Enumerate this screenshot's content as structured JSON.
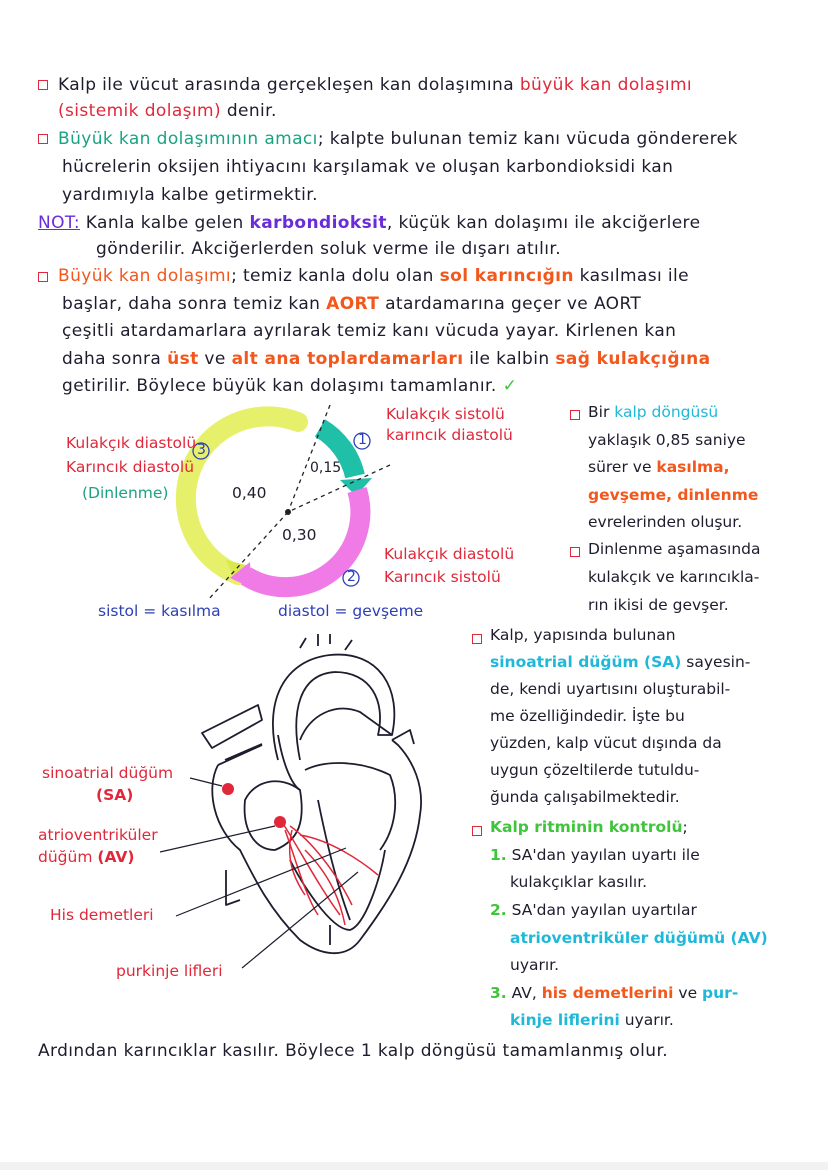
{
  "p1": {
    "l1a": "Kalp ile vücut arasında gerçekleşen kan dolaşımına ",
    "l1b": "büyük kan dolaşımı",
    "l2a": "(sistemik dolaşım)",
    "l2b": " denir."
  },
  "p2": {
    "l1a": "Büyük kan dolaşımının amacı",
    "l1b": "; kalpte bulunan temiz kanı vücuda göndererek",
    "l2": "hücrelerin oksijen ihtiyacını karşılamak ve oluşan karbondioksidi kan",
    "l3": "yardımıyla kalbe getirmektir."
  },
  "note": {
    "label": "NOT:",
    "l1a": " Kanla kalbe gelen ",
    "l1b": "karbondioksit",
    "l1c": ", küçük kan dolaşımı ile akciğerlere",
    "l2": "gönderilir. Akciğerlerden soluk verme ile dışarı atılır."
  },
  "p3": {
    "l1a": "Büyük kan dolaşımı",
    "l1b": "; temiz kanla dolu olan ",
    "l1c": "sol karıncığın",
    "l1d": " kasılması ile",
    "l2a": "başlar, daha sonra temiz kan ",
    "l2b": "AORT",
    "l2c": " atardamarına geçer ve AORT",
    "l3": "çeşitli atardamarlara ayrılarak temiz kanı vücuda yayar. Kirlenen kan",
    "l4a": "daha sonra ",
    "l4b": "üst",
    "l4c": " ve ",
    "l4d": "alt ana toplardamarları",
    "l4e": " ile kalbin ",
    "l4f": "sağ kulakçığına",
    "l5": "getirilir. Böylece büyük kan dolaşımı tamamlanır.",
    "check": "✓"
  },
  "cycle": {
    "phase1_top": "Kulakçık sistolü",
    "phase1_bottom": "karıncık diastolü",
    "phase2_top": "Kulakçık diastolü",
    "phase2_bottom": "Karıncık sistolü",
    "phase3_top": "Kulakçık diastolü",
    "phase3_mid": "Karıncık diastolü",
    "phase3_bottom": "(Dinlenme)",
    "n1": "1",
    "n2": "2",
    "n3": "3",
    "t1": "0,15",
    "t2": "0,30",
    "t3": "0,40",
    "sistol": "sistol = kasılma",
    "diastol": "diastol = gevşeme",
    "colors": {
      "kulakcik_sistol": "#1fbfa8",
      "karincik_sistol": "#f07be6",
      "dinlenme": "#e7f06a"
    }
  },
  "side": {
    "a1a": "Bir ",
    "a1b": "kalp döngüsü",
    "a2": "yaklaşık 0,85 saniye",
    "a3a": "sürer ve ",
    "a3b": "kasılma,",
    "a4": "gevşeme, dinlenme",
    "a5": "evrelerinden oluşur.",
    "b1": "Dinlenme aşamasında",
    "b2": "kulakçık ve karıncıkla-",
    "b3": "rın ikisi de gevşer."
  },
  "heart": {
    "sa": "sinoatrial düğüm",
    "sa2": "(SA)",
    "av": "atrioventriküler",
    "av2a": "düğüm ",
    "av2b": "(AV)",
    "his": "His demetleri",
    "purk": "purkinje lifleri"
  },
  "right": {
    "c1": "Kalp, yapısında bulunan",
    "c2a": "sinoatrial düğüm (SA)",
    "c2b": " sayesin-",
    "c3": "de, kendi uyartısını oluşturabil-",
    "c4": "me özelliğindedir. İşte bu",
    "c5": "yüzden, kalp vücut dışında da",
    "c6": "uygun çözeltilerde tutuldu-",
    "c7": "ğunda çalışabilmektedir.",
    "d0": "Kalp ritminin kontrolü",
    "d0b": ";",
    "d1n": "1.",
    "d1a": " SA'dan yayılan uyartı ile",
    "d1b": "kulakçıklar kasılır.",
    "d2n": "2.",
    "d2a": " SA'dan yayılan uyartılar",
    "d2b": "atrioventriküler düğümü (AV)",
    "d2c": "uyarır.",
    "d3n": "3.",
    "d3a": " AV, ",
    "d3b": "his demetlerini",
    "d3c": " ve ",
    "d3d": "pur-",
    "d3e": "kinje liflerini",
    "d3f": " uyarır."
  },
  "final": "Ardından karıncıklar kasılır. Böylece 1 kalp döngüsü tamamlanmış olur."
}
